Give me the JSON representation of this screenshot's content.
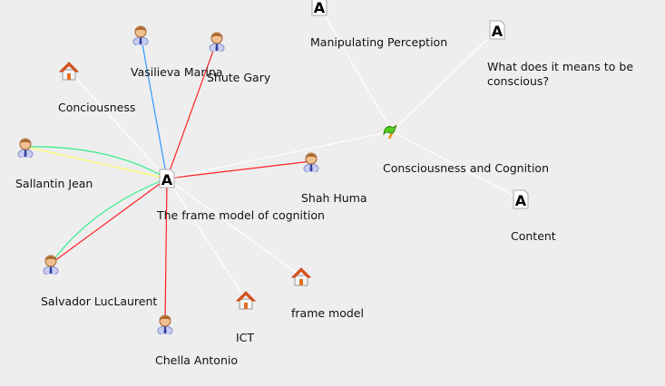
{
  "graph": {
    "center": {
      "label": "The frame model of cognition",
      "kind": "document"
    },
    "hub": {
      "label": "Consciousness and Cognition",
      "kind": "flag"
    },
    "nodes": [
      {
        "label": "Vasilieva Marina",
        "kind": "person",
        "edge_color": "#3399ff"
      },
      {
        "label": "Shute Gary",
        "kind": "person",
        "edge_color": "#ff2222"
      },
      {
        "label": "Conciousness",
        "kind": "house",
        "edge_color": "#ffffff"
      },
      {
        "label": "Sallantin Jean",
        "kind": "person",
        "edge_color": "#33ee88",
        "edge_color2": "#ffff66"
      },
      {
        "label": "Salvador LucLaurent",
        "kind": "person",
        "edge_color": "#33ee88",
        "edge_color2": "#ff2222"
      },
      {
        "label": "Chella Antonio",
        "kind": "person",
        "edge_color": "#ff2222"
      },
      {
        "label": "ICT",
        "kind": "house",
        "edge_color": "#ffffff"
      },
      {
        "label": "frame model",
        "kind": "house",
        "edge_color": "#ffffff"
      },
      {
        "label": "Shah Huma",
        "kind": "person",
        "edge_color": "#ff2222"
      }
    ],
    "hub_nodes": [
      {
        "label": "Manipulating Perception",
        "kind": "document"
      },
      {
        "label": "What does it means to be conscious?",
        "kind": "document"
      },
      {
        "label": "Content",
        "kind": "document"
      }
    ]
  }
}
